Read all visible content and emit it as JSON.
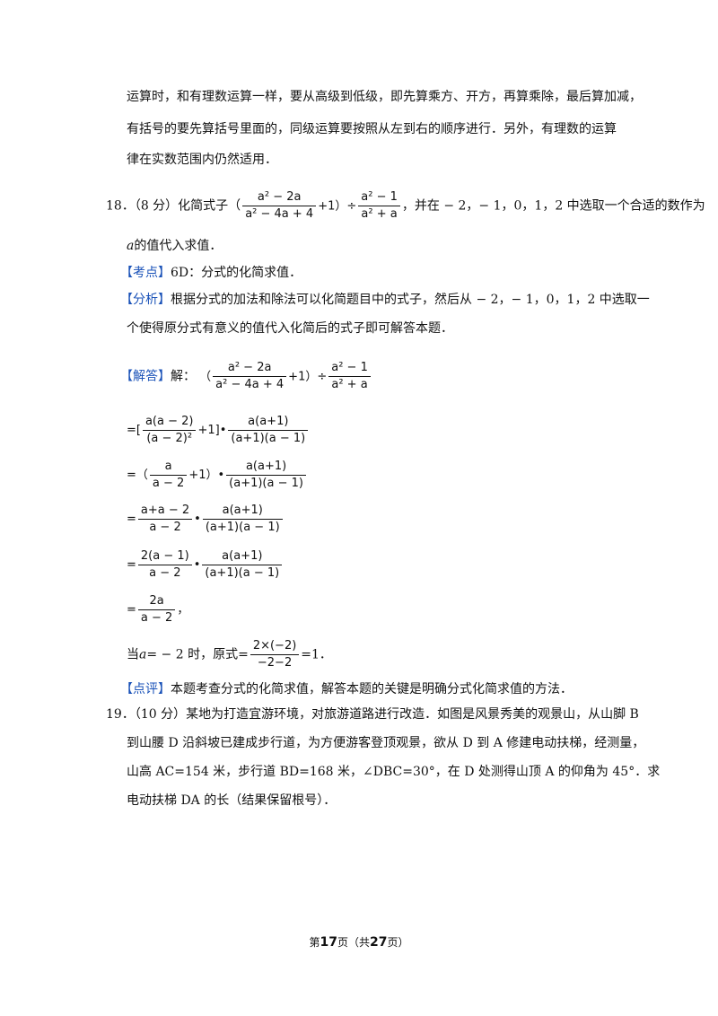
{
  "intro": {
    "line1": "运算时，和有理数运算一样，要从高级到低级，即先算乘方、开方，再算乘除，最后算加减，",
    "line2": "有括号的要先算括号里面的，同级运算要按照从左到右的顺序进行．另外，有理数的运算",
    "line3": "律在实数范围内仍然适用．"
  },
  "q18": {
    "number": "18．",
    "score": "（8 分）化简式子（",
    "frac1_num": "a² − 2a",
    "frac1_den": "a² − 4a + 4",
    "plus_one_div": "+1）÷",
    "frac2_num": "a² − 1",
    "frac2_den": "a² + a",
    "tail": "，并在 − 2，− 1，0，1，2 中选取一个合适的数作为",
    "line2_var": "a",
    "line2_rest": "的值代入求值．",
    "kaodian_tag": "【考点】",
    "kaodian_text": "6D：分式的化简求值．",
    "fenxi_tag": "【分析】",
    "fenxi_line1": "根据分式的加法和除法可以化简题目中的式子，然后从 − 2，− 1，0，1，2 中选取一",
    "fenxi_line2": "个使得原分式有意义的值代入化简后的式子即可解答本题．",
    "jieda_tag": "【解答】",
    "jieda_label": "解：",
    "s0_open": "（",
    "s0_f1n": "a² − 2a",
    "s0_f1d": "a² − 4a + 4",
    "s0_mid": "+1）÷",
    "s0_f2n": "a² − 1",
    "s0_f2d": "a² + a",
    "s1_open": "=[",
    "s1_f1n": "a(a − 2)",
    "s1_f1d": "(a − 2)²",
    "s1_mid": "+1]•",
    "s1_f2n": "a(a+1)",
    "s1_f2d": "(a+1)(a − 1)",
    "s2_open": "=（",
    "s2_f1n": "a",
    "s2_f1d": "a − 2",
    "s2_mid": "+1）•",
    "s2_f2n": "a(a+1)",
    "s2_f2d": "(a+1)(a − 1)",
    "s3_open": "=",
    "s3_f1n": "a+a − 2",
    "s3_f1d": "a − 2",
    "s3_mid": "•",
    "s3_f2n": "a(a+1)",
    "s3_f2d": "(a+1)(a − 1)",
    "s4_open": "=",
    "s4_f1n": "2(a − 1)",
    "s4_f1d": "a − 2",
    "s4_mid": "•",
    "s4_f2n": "a(a+1)",
    "s4_f2d": "(a+1)(a − 1)",
    "s5_open": "=",
    "s5_fn": "2a",
    "s5_fd": "a − 2",
    "s5_tail": "，",
    "final_pre": "当",
    "final_var": "a",
    "final_mid": "= − 2 时，原式=",
    "final_fn": "2×(−2)",
    "final_fd": "−2−2",
    "final_tail": "=1．",
    "dianping_tag": "【点评】",
    "dianping_text": "本题考查分式的化简求值，解答本题的关键是明确分式化简求值的方法．"
  },
  "q19": {
    "number": "19．",
    "line1": "（10 分）某地为打造宜游环境，对旅游道路进行改造．如图是风景秀美的观景山，从山脚 B",
    "line2": "到山腰 D 沿斜坡已建成步行道，为方便游客登顶观景，欲从 D 到 A 修建电动扶梯，经测量，",
    "line3": "山高 AC=154 米，步行道 BD=168 米，∠DBC=30°，在 D 处测得山顶 A 的仰角为 45°．求",
    "line4": "电动扶梯 DA 的长（结果保留根号）．"
  },
  "footer": {
    "pre": "第",
    "page": "17",
    "mid": "页（共",
    "total": "27",
    "post": "页）"
  },
  "colors": {
    "tag": "#1a52b8",
    "text": "#111111"
  }
}
